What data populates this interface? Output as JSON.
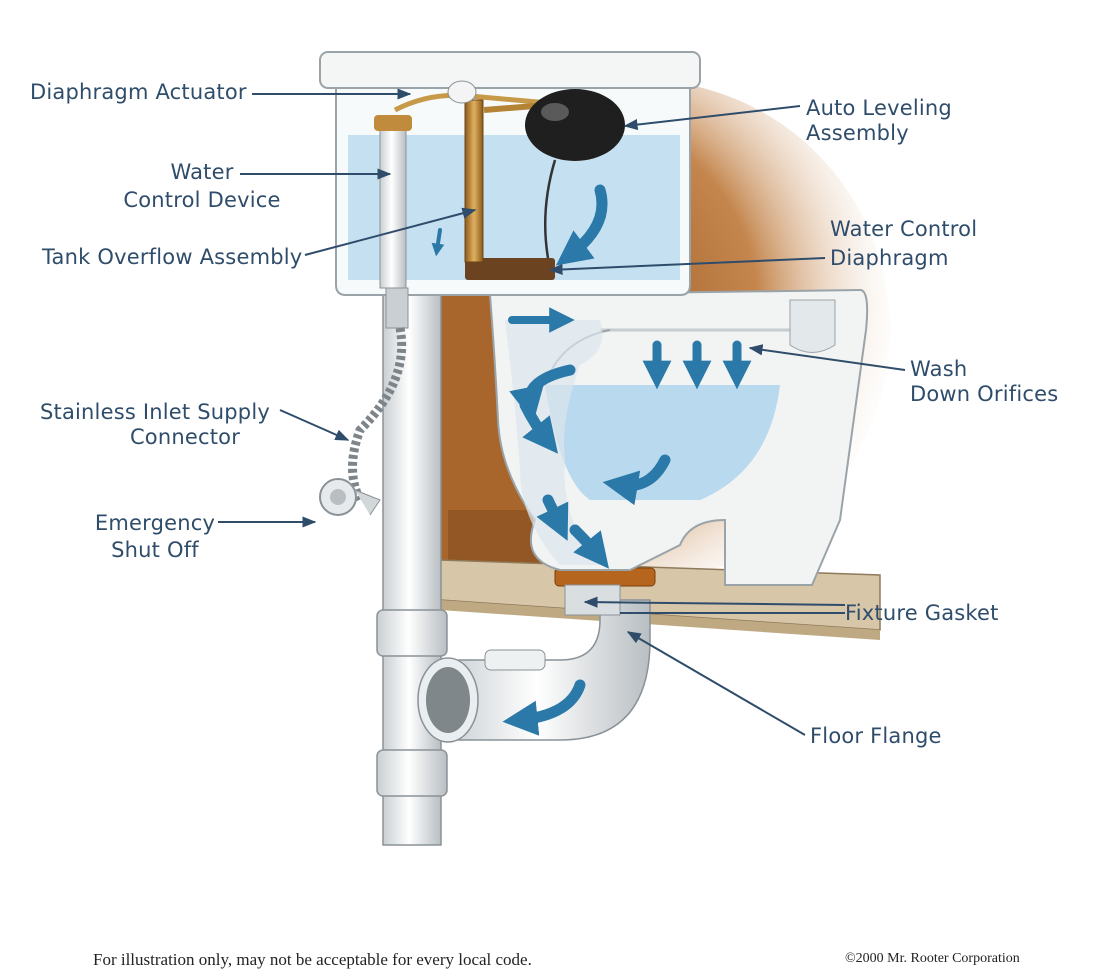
{
  "labels": {
    "diaphragm_actuator": "Diaphragm Actuator",
    "water_control_device": [
      "Water",
      "Control Device"
    ],
    "tank_overflow_assembly": "Tank Overflow Assembly",
    "auto_leveling_assembly": [
      "Auto Leveling",
      "Assembly"
    ],
    "water_control_diaphragm": [
      "Water Control",
      "Diaphragm"
    ],
    "wash_down_orifices": [
      "Wash",
      "Down Orifices"
    ],
    "stainless_inlet_supply_connector": [
      "Stainless Inlet Supply",
      "Connector"
    ],
    "emergency_shut_off": [
      "Emergency",
      "Shut Off"
    ],
    "fixture_gasket": "Fixture Gasket",
    "floor_flange": "Floor Flange"
  },
  "footer": {
    "disclaimer": "For illustration only, may not be acceptable for every local code.",
    "copyright": "©2000 Mr. Rooter Corporation"
  },
  "colors": {
    "label_text": "#2f4d6b",
    "leader_line": "#2f4d6b",
    "water": "#b9d9ee",
    "flow_arrow": "#2a79a8",
    "porcelain": "#f2f4f4",
    "wall_brown": "#a5622a",
    "brass": "#b9873a"
  }
}
